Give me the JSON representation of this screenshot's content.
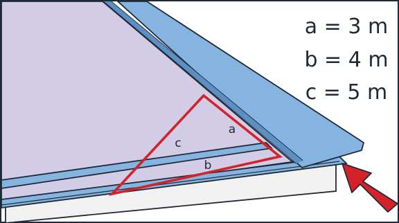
{
  "legend": {
    "a": "a = 3 m",
    "b": "b = 4 m",
    "c": "c = 5 m"
  },
  "labels": {
    "a": "a",
    "b": "b",
    "c": "c"
  },
  "colors": {
    "roof_panel": "#d2cce6",
    "steel_blue": "#86b4e0",
    "steel_blue_dark": "#5c8fc3",
    "outline": "#1f2a36",
    "triangle": "#d42228",
    "arrow": "#d42228",
    "wall": "#f1f1f1"
  }
}
